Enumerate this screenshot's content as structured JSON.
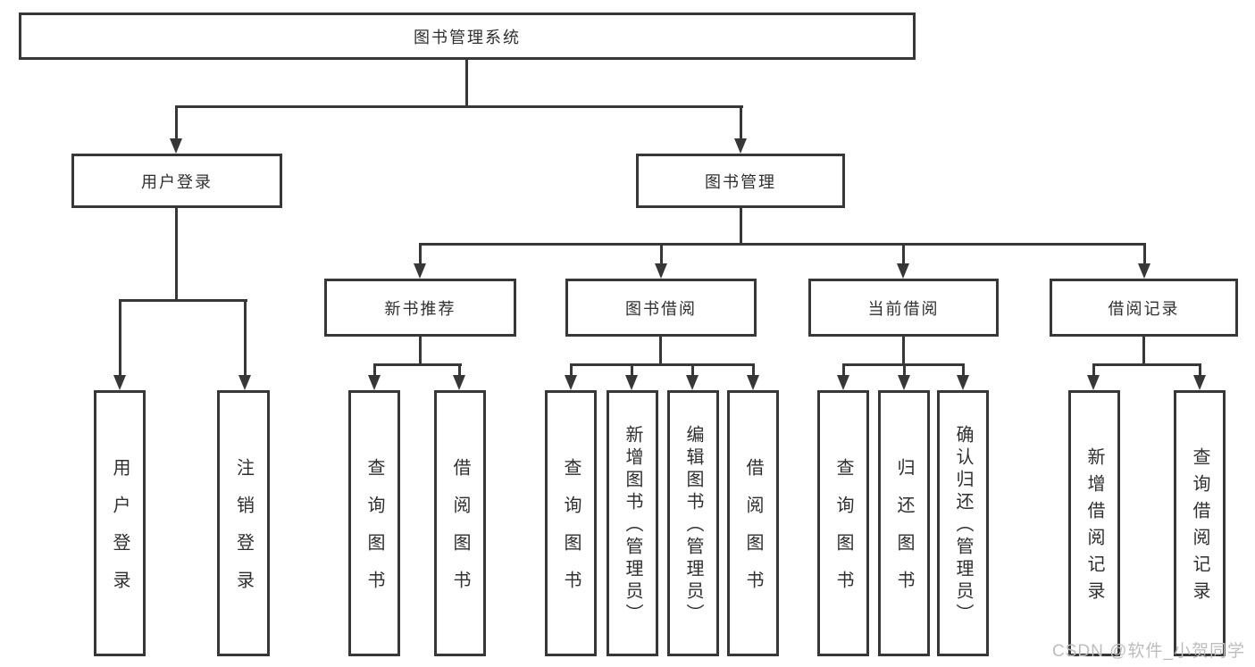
{
  "diagram": {
    "type": "hierarchy-flowchart",
    "line_color": "#373737",
    "box_border_color": "#373737",
    "background_color": "#ffffff",
    "text_color": "#2f2f2f"
  },
  "tree": {
    "label": "图书管理系统",
    "children": [
      {
        "label": "用户登录",
        "children": [
          {
            "label": "用户登录"
          },
          {
            "label": "注销登录"
          }
        ]
      },
      {
        "label": "图书管理",
        "children": [
          {
            "label": "新书推荐",
            "children": [
              {
                "label": "查询图书"
              },
              {
                "label": "借阅图书"
              }
            ]
          },
          {
            "label": "图书借阅",
            "children": [
              {
                "label": "查询图书"
              },
              {
                "label": "新增图书（管理员）"
              },
              {
                "label": "编辑图书（管理员）"
              },
              {
                "label": "借阅图书"
              }
            ]
          },
          {
            "label": "当前借阅",
            "children": [
              {
                "label": "查询图书"
              },
              {
                "label": "归还图书"
              },
              {
                "label": "确认归还（管理员）"
              }
            ]
          },
          {
            "label": "借阅记录",
            "children": [
              {
                "label": "新增借阅记录"
              },
              {
                "label": "查询借阅记录"
              }
            ]
          }
        ]
      }
    ]
  },
  "watermark": "CSDN @软件_小贺同学"
}
